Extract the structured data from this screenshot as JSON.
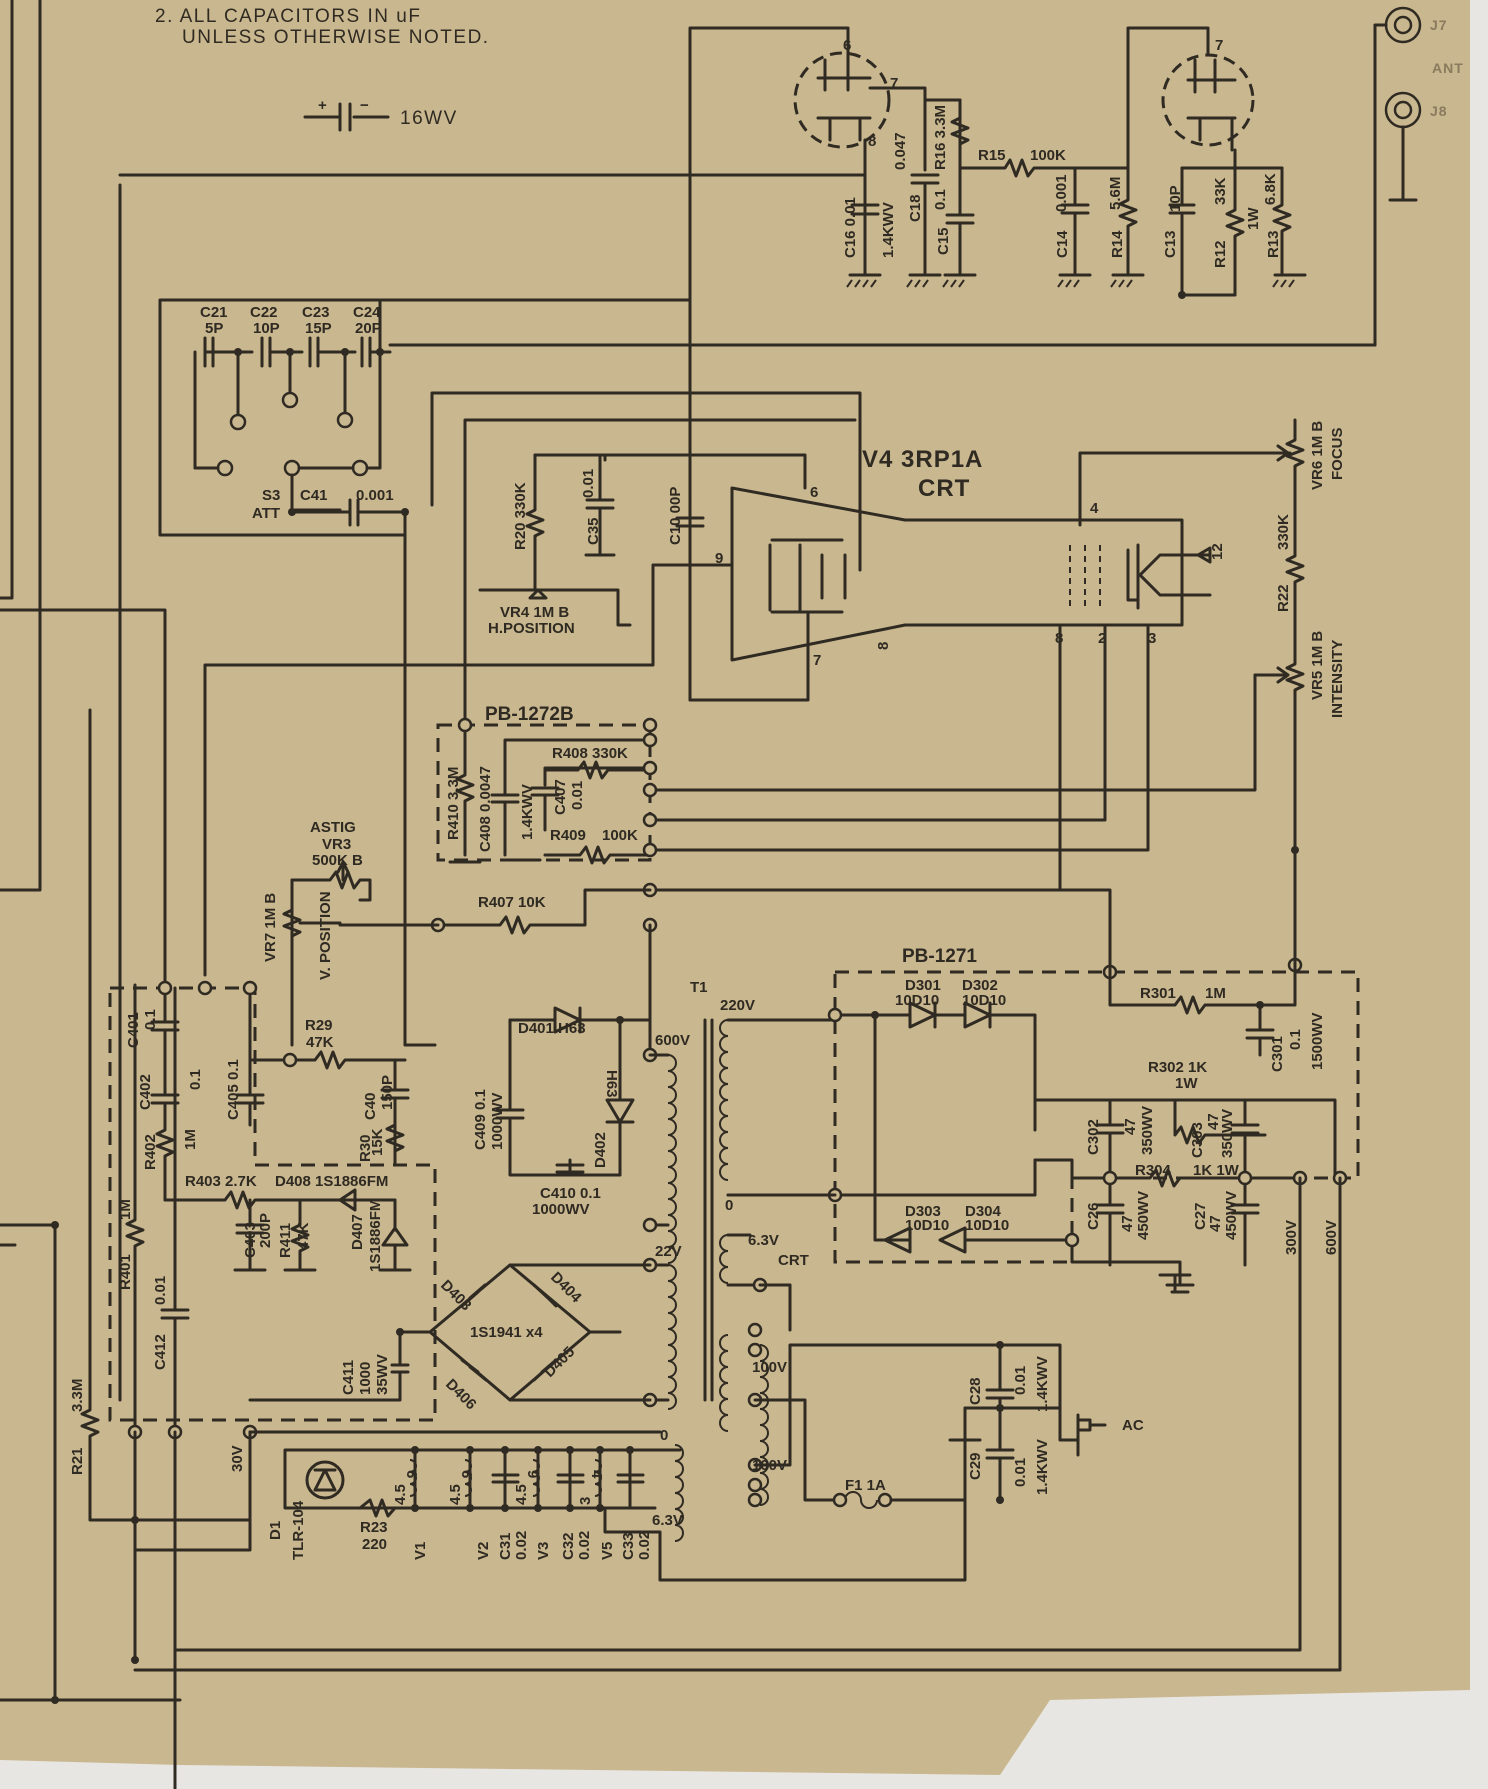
{
  "colors": {
    "paper": "#c9b78f",
    "ink": "#2f2a22",
    "margin": "#e8e6e3"
  },
  "notes": {
    "line1": "2. ALL CAPACITORS IN uF",
    "line2": "UNLESS OTHERWISE NOTED."
  },
  "legend": {
    "voltage": "16WV"
  },
  "jacks": {
    "j7": "J7",
    "j8": "J8",
    "ant": "ANT"
  },
  "crt": {
    "title": "V4 3RP1A",
    "subtitle": "CRT",
    "pin12": "12",
    "pins": {
      "p4": "4",
      "p6": "6",
      "p7": "7",
      "p8": "8",
      "p9": "9",
      "p2": "2",
      "p3": "3",
      "p8b": "8"
    }
  },
  "tubes": {
    "v_left_p6": "6",
    "v_left_p7": "7",
    "v_left_p8": "8",
    "v_right_p7": "7"
  },
  "boards": {
    "pb1272": "PB-1272B",
    "pb1271": "PB-1271"
  },
  "att": {
    "s3": "S3",
    "att": "ATT",
    "c41": "C41",
    "c41_val": "0.001",
    "c21": "C21",
    "c21_val": "5P",
    "c22": "C22",
    "c22_val": "10P",
    "c23": "C23",
    "c23_val": "15P",
    "c24": "C24",
    "c24_val": "20P"
  },
  "top": {
    "c16": "C16 0.01",
    "c16_v": "1.4KWV",
    "c18": "C18",
    "c18_val": "0.047",
    "r16": "R16 3.3M",
    "c15": "C15",
    "c15_val": "0.1",
    "r15": "R15",
    "r15_val": "100K",
    "c14": "C14",
    "c14_val": "0.001",
    "r14": "R14",
    "r14_val": "5.6M",
    "c13": "C13",
    "c13_val": "10P",
    "r12": "R12",
    "r12_val": "33K",
    "r12_w": "1W",
    "r13": "R13",
    "r13_val": "6.8K"
  },
  "mid": {
    "r20": "R20 330K",
    "c35": "C35",
    "c35_val": "0.01",
    "c10": "C10 00P",
    "vr4_a": "VR4 1M B",
    "vr4_b": "H.POSITION",
    "vr6_a": "VR6 1M B",
    "vr6_b": "FOCUS",
    "r22": "R22",
    "r22_val": "330K",
    "vr5_a": "VR5 1M B",
    "vr5_b": "INTENSITY"
  },
  "pb1272_parts": {
    "r408": "R408 330K",
    "r410": "R410 3.3M",
    "c408": "C408 0.0047",
    "c408_v": "1.4KWV",
    "c407": "C407",
    "c407_val": "0.01",
    "r409": "R409",
    "r409_val": "100K",
    "r407": "R407 10K",
    "astig": "ASTIG",
    "vr3": "VR3",
    "vr3_val": "500K B",
    "vr7": "VR7 1M B",
    "vpos": "V. POSITION"
  },
  "left_board": {
    "c401": "C401",
    "c401_val": "0.1",
    "c402": "C402",
    "c402_val": "0.1",
    "c405": "C405 0.1",
    "r29": "R29",
    "r29_val": "47K",
    "c40": "C40",
    "c40_val": "150P",
    "r30": "R30",
    "r30_val": "15K",
    "r402": "R402",
    "r402_val": "1M",
    "r403": "R403 2.7K",
    "d408": "D408 1S1886FM",
    "c403": "C403",
    "c403_val": "200P",
    "r411": "R411",
    "r411_val": "47K",
    "d407": "D407",
    "d407_val": "1S1886FM",
    "r401": "R401",
    "r401_val": "1M",
    "c412": "C412",
    "c412_val": "0.01",
    "r21": "R21",
    "r21_val": "3.3M"
  },
  "hv": {
    "d401": "D401 H63",
    "h63": "H63",
    "d402": "D402",
    "c409": "C409 0.1",
    "c409_v": "1000WV",
    "c410": "C410 0.1",
    "c410_v": "1000WV"
  },
  "transformer": {
    "t1": "T1",
    "v220": "220V",
    "v600": "600V",
    "v63_crt": "6.3V",
    "crt": "CRT",
    "v22": "22V",
    "v100a": "100V",
    "v100b": "100V",
    "v63": "6.3V",
    "zero1": "0",
    "zero2": "0"
  },
  "bridge": {
    "d403": "D403",
    "d404": "D404",
    "d405": "D405",
    "d406": "D406",
    "type": "1S1941 x4",
    "c411": "C411",
    "c411_val": "1000",
    "c411_v": "35WV",
    "v30": "30V"
  },
  "pilot": {
    "d1": "D1",
    "d1_val": "TLR-104",
    "r23": "R23",
    "r23_val": "220",
    "v1": "V1",
    "v2": "V2",
    "v3": "V3",
    "v5": "V5",
    "c31": "C31",
    "c31_val": "0.02",
    "c32": "C32",
    "c32_val": "0.02",
    "c33": "C33",
    "c33_val": "0.02",
    "h1": "4.5",
    "h2": "6",
    "h3": "4.5",
    "h4": "6",
    "h5": "4.5",
    "h6": "9",
    "h7": "3",
    "h8": "4"
  },
  "psu": {
    "d301": "D301",
    "d301_val": "10D10",
    "d302": "D302",
    "d302_val": "10D10",
    "r301": "R301",
    "r301_val": "1M",
    "c301": "C301",
    "c301_val": "0.1",
    "c301_v": "1500WV",
    "r302": "R302 1K",
    "r302_w": "1W",
    "c302": "C302",
    "c302_val": "47",
    "c302_v": "350WV",
    "c303": "C303",
    "c303_val": "47",
    "c303_v": "350WV",
    "r304": "R304",
    "r304_val": "1K 1W",
    "d303": "D303",
    "d303_val": "10D10",
    "d304": "D304",
    "d304_val": "10D10",
    "c26": "C26",
    "c26_val": "47",
    "c26_v": "450WV",
    "c27": "C27",
    "c27_val": "47",
    "c27_v": "450WV",
    "v300": "300V",
    "v600": "600V"
  },
  "mains": {
    "c28": "C28",
    "c28_val": "0.01",
    "c28_v": "1.4KWV",
    "c29": "C29",
    "c29_val": "0.01",
    "c29_v": "1.4KWV",
    "ac": "AC",
    "f1": "F1 1A"
  }
}
